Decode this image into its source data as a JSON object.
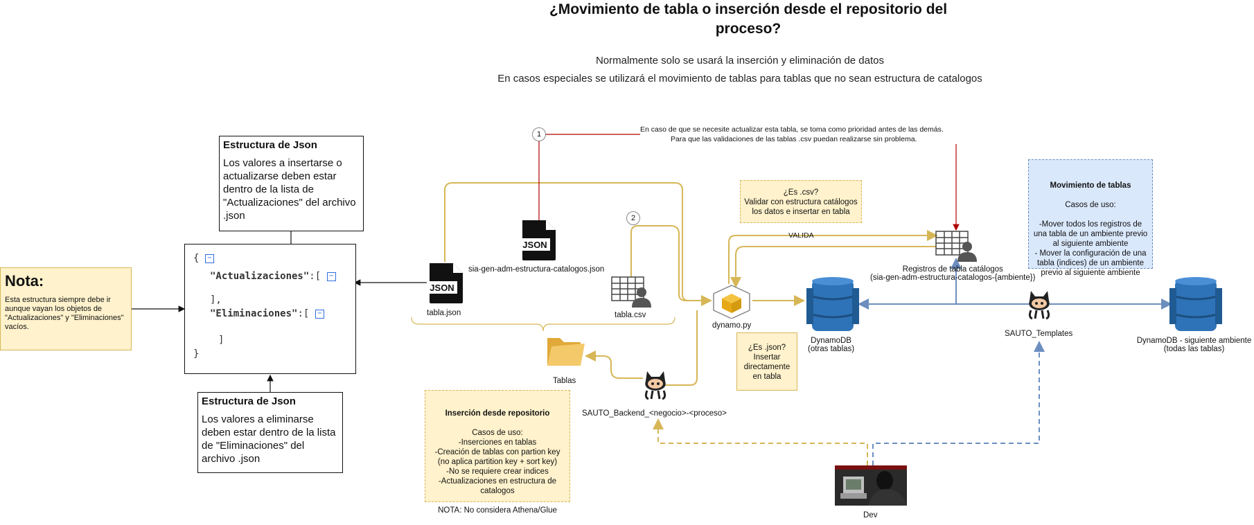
{
  "title": "¿Movimiento de tabla o inserción desde el repositorio del proceso?",
  "subtitle1": "Normalmente solo se usará la inserción y eliminación de datos",
  "subtitle2": "En casos especiales se utilizará el movimiento de tablas para tablas que no sean estructura de catalogos",
  "nota": {
    "heading": "Nota:",
    "text": "Esta estructura siempre debe ir aunque vayan los objetos de \"Actualizaciones\" y \"Eliminaciones\" vacíos."
  },
  "json_structure_top": {
    "heading": "Estructura de Json",
    "text": "Los valores a insertarse o actualizarse deben estar dentro de la lista de \"Actualizaciones\" del archivo .json"
  },
  "json_structure_bottom": {
    "heading": "Estructura de Json",
    "text": "Los valores a eliminarse deben estar dentro de la lista de \"Eliminaciones\" del archivo .json"
  },
  "json_viewer": {
    "open_brace": "{",
    "key1": "\"Actualizaciones\"",
    "key1_suffix": ":[",
    "close1": "],",
    "key2": "\"Eliminaciones\"",
    "key2_suffix": ":[",
    "close2": "]",
    "close_brace": "}",
    "collapse_symbol": "−"
  },
  "step1": "1",
  "step2": "2",
  "priority_note_line1": "En caso de que se necesite actualizar esta tabla, se toma como prioridad antes de las demás.",
  "priority_note_line2": "Para que las validaciones de las tablas .csv puedan realizarse sin problema.",
  "files": {
    "sia_json": "sia-gen-adm-estructura-catalogos.json",
    "tabla_json": "tabla.json",
    "tabla_csv": "tabla.csv",
    "json_icon_text": "JSON"
  },
  "csv_note": "¿Es .csv?\nValidar con estructura catálogos los datos e insertar en tabla",
  "json_note": "¿Es .json?\nInsertar directamente en tabla",
  "valida_label": "VALIDA",
  "registros_label": "Registros de tabla catálogos\n(sia-gen-adm-estructura-catalogos-{ambiente})",
  "dynamo_py": "dynamo.py",
  "dynamodb_local": "DynamoDB\n(otras tablas)",
  "sauto_templates": "SAUTO_Templates",
  "dynamodb_next": "DynamoDB - siguiente ambiente\n(todas las tablas)",
  "tablas_label": "Tablas",
  "sauto_backend": "SAUTO_Backend_<negocio>-<proceso>",
  "dev_label": "Dev",
  "movimiento": {
    "heading": "Movimiento de tablas",
    "text": "Casos de uso:\n\n-Mover todos los registros de una tabla de un ambiente previo al siguiente ambiente\n- Mover la configuración de una tabla (indices) de un ambiente previo al siguiente ambiente"
  },
  "insercion": {
    "heading": "Inserción desde repositorio",
    "text": "Casos de uso:\n-Inserciones en tablas\n-Creación de tablas con partion key (no aplica partition key + sort key)\n-No se requiere crear indices\n-Actualizaciones en estructura de catalogos\n\nNOTA: No considera Athena/Glue"
  },
  "colors": {
    "gold": "#d6b656",
    "red": "#b20000",
    "blue": "#6c8ebf",
    "dynamo": "#2e73b8"
  }
}
